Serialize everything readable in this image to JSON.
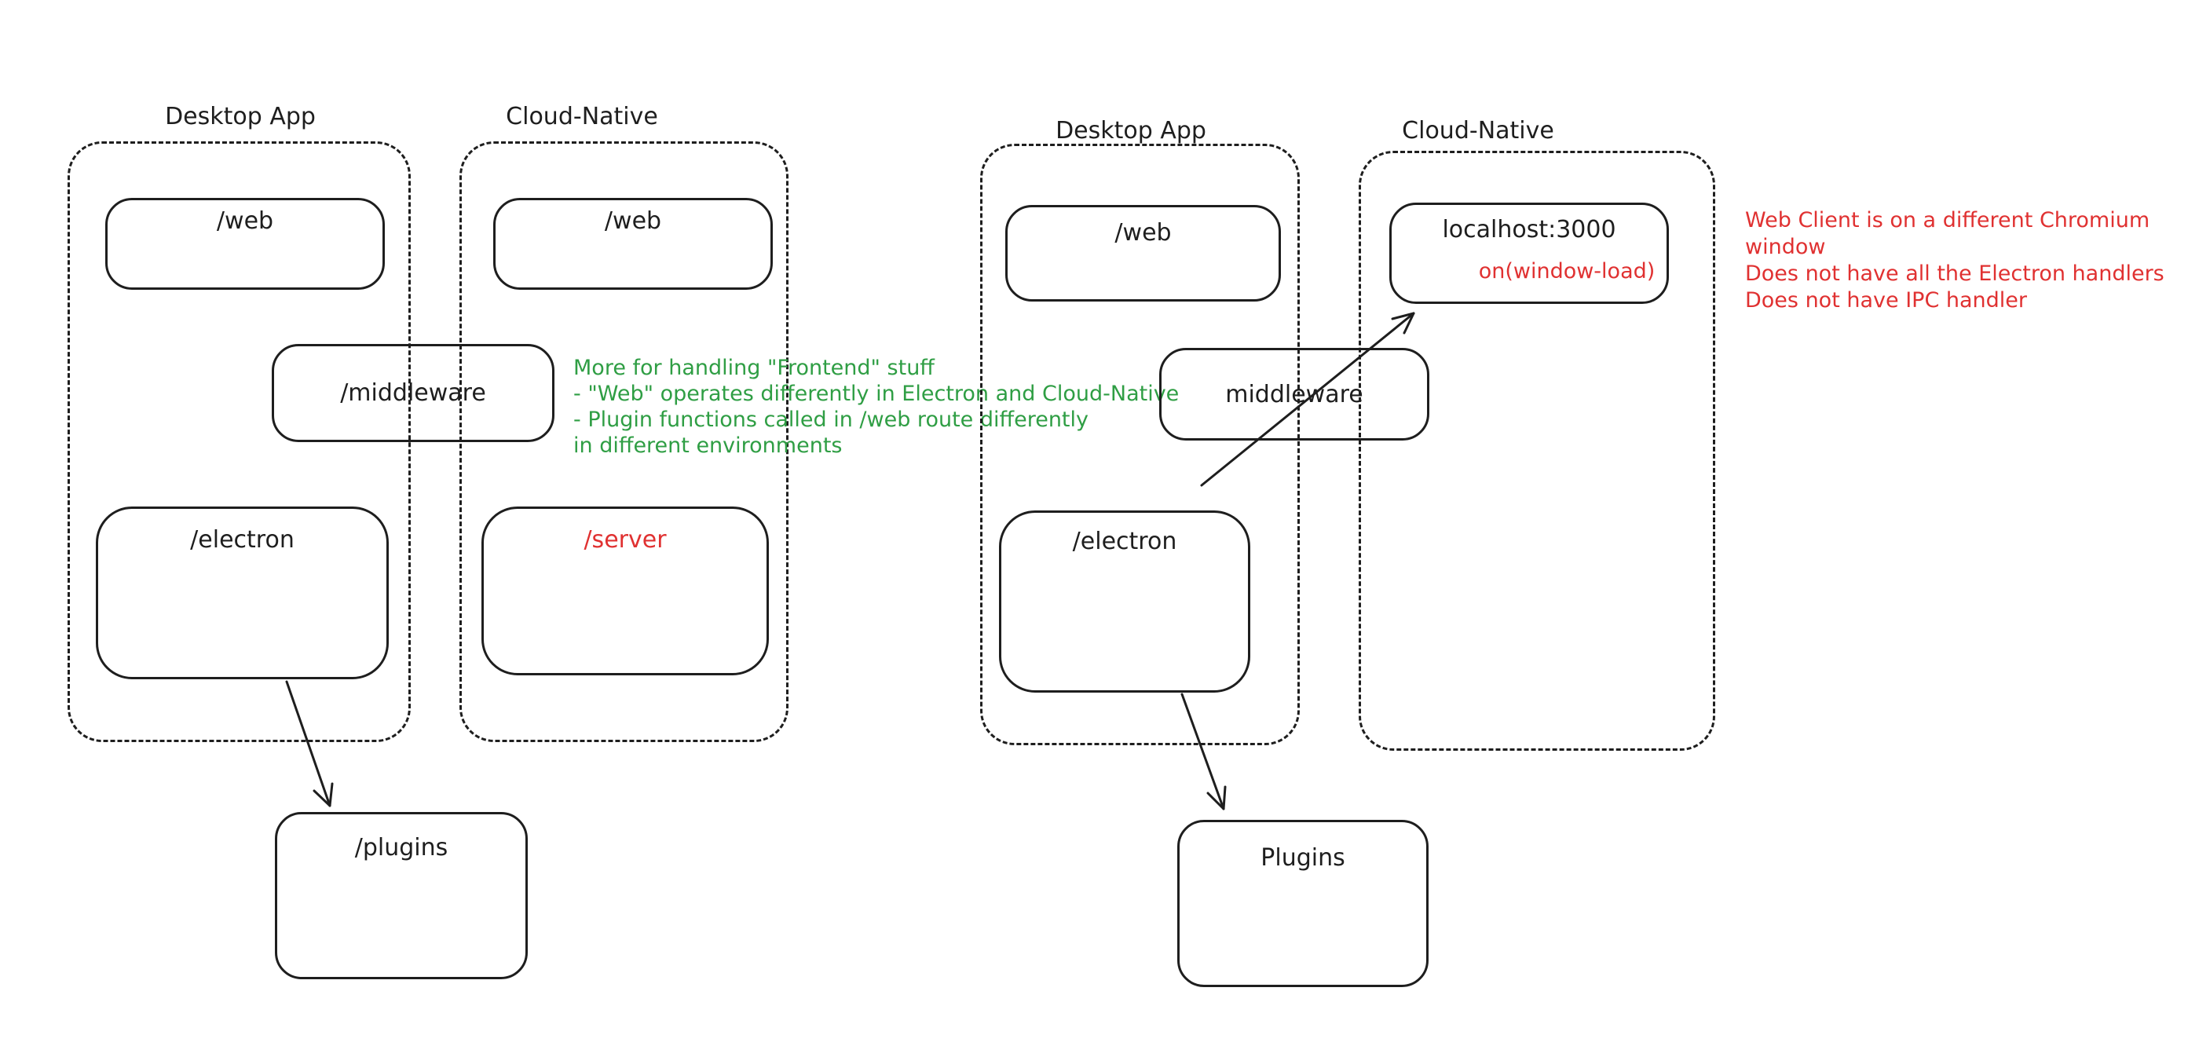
{
  "colors": {
    "ink": "#1e1e1e",
    "red": "#e03131",
    "green": "#2f9e44",
    "background": "#ffffff"
  },
  "left_diagram": {
    "desktop_container_label": "Desktop App",
    "cloud_container_label": "Cloud-Native",
    "desktop_web_box": "/web",
    "cloud_web_box": "/web",
    "middleware_box": "/middleware",
    "electron_box": "/electron",
    "server_box": "/server",
    "plugins_box": "/plugins",
    "note_green": "More for handling \"Frontend\" stuff\n- \"Web\" operates differently in Electron and Cloud-Native\n- Plugin functions called in /web route differently\nin different environments"
  },
  "right_diagram": {
    "desktop_container_label": "Desktop App",
    "cloud_container_label": "Cloud-Native",
    "desktop_web_box": "/web",
    "localhost_box": "localhost:3000",
    "localhost_event": "on(window-load)",
    "middleware_box": "middleware",
    "electron_box": "/electron",
    "plugins_box": "Plugins",
    "note_red": "Web Client is on a different Chromium window\nDoes not have all the Electron handlers\nDoes not have IPC handler"
  }
}
